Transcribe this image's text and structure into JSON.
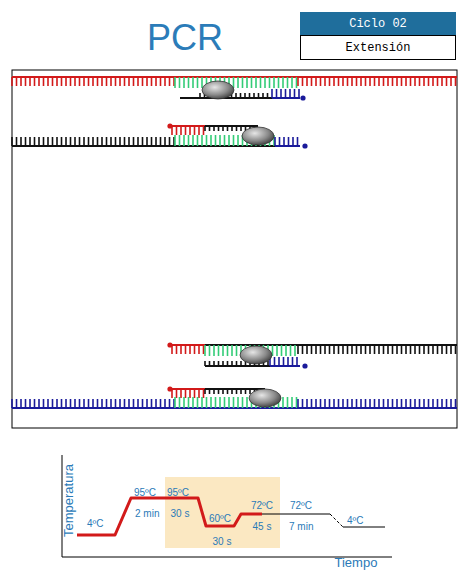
{
  "diagram": {
    "title": "PCR",
    "nodes": [
      {
        "text": [
          "Ciclo 02"
        ]
      },
      {
        "text": [
          "Extensión"
        ]
      }
    ],
    "labels": [
      "Temperatura",
      "4ºC",
      "95ºC",
      "2 min",
      "95ºC",
      "30 s",
      "60ºC",
      "30 s",
      "72ºC",
      "45 s",
      "72ºC",
      "7 min",
      "4ºC",
      "Tiempo"
    ]
  }
}
